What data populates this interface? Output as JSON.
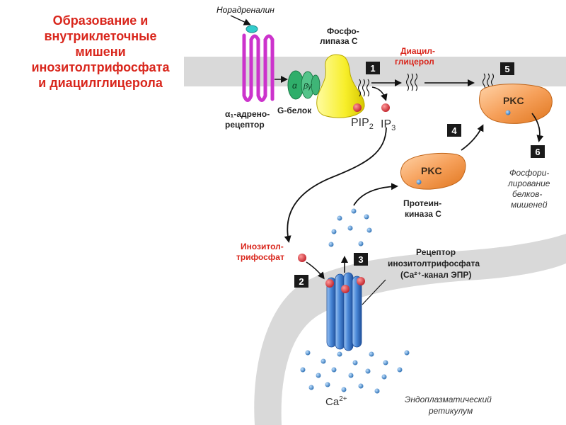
{
  "title": {
    "lines": [
      "Образование и",
      "внутриклеточные",
      "мишени",
      "инозитолтрифосфата",
      "и диацилглицерола"
    ]
  },
  "labels": {
    "noradrenaline": "Норадреналин",
    "receptor_line1": "α₁-адрено-",
    "receptor_line2": "рецептор",
    "g_protein": "G-белок",
    "alpha": "α",
    "beta_gamma": "βγ",
    "plc_line1": "Фосфо-",
    "plc_line2": "липаза С",
    "dag_line1": "Диацил-",
    "dag_line2": "глицерол",
    "pip2_main": "PIP",
    "pip2_sub": "2",
    "ip3_main": "IP",
    "ip3_sub": "3",
    "pkc": "PKC",
    "pkc_name_line1": "Протеин-",
    "pkc_name_line2": "киназа С",
    "phos_line1": "Фосфори-",
    "phos_line2": "лирование",
    "phos_line3": "белков-",
    "phos_line4": "мишеней",
    "ip3_name_line1": "Инозитол-",
    "ip3_name_line2": "трифосфат",
    "ip3r_line1": "Рецептор",
    "ip3r_line2": "инозитолтрифосфата",
    "ip3r_line3": "(Ca²⁺-канал ЭПР)",
    "ca_main": "Ca",
    "ca_sup": "2+",
    "er_line1": "Эндоплазматический",
    "er_line2": "ретикулум"
  },
  "steps": [
    "1",
    "2",
    "3",
    "4",
    "5",
    "6"
  ],
  "colors": {
    "membrane": "#d8d8d8",
    "title_red": "#d9261c",
    "receptor": "#cc33cc",
    "noradrenaline": "#33cccc",
    "g_protein": "#2fae6a",
    "plc": "#f7ee2a",
    "pkc": "#f08a3a",
    "ip3_ball": "#d9333a",
    "ca_dot": "#3a86c8",
    "channel": "#3f7fd0",
    "step_box": "#1a1a1a"
  }
}
